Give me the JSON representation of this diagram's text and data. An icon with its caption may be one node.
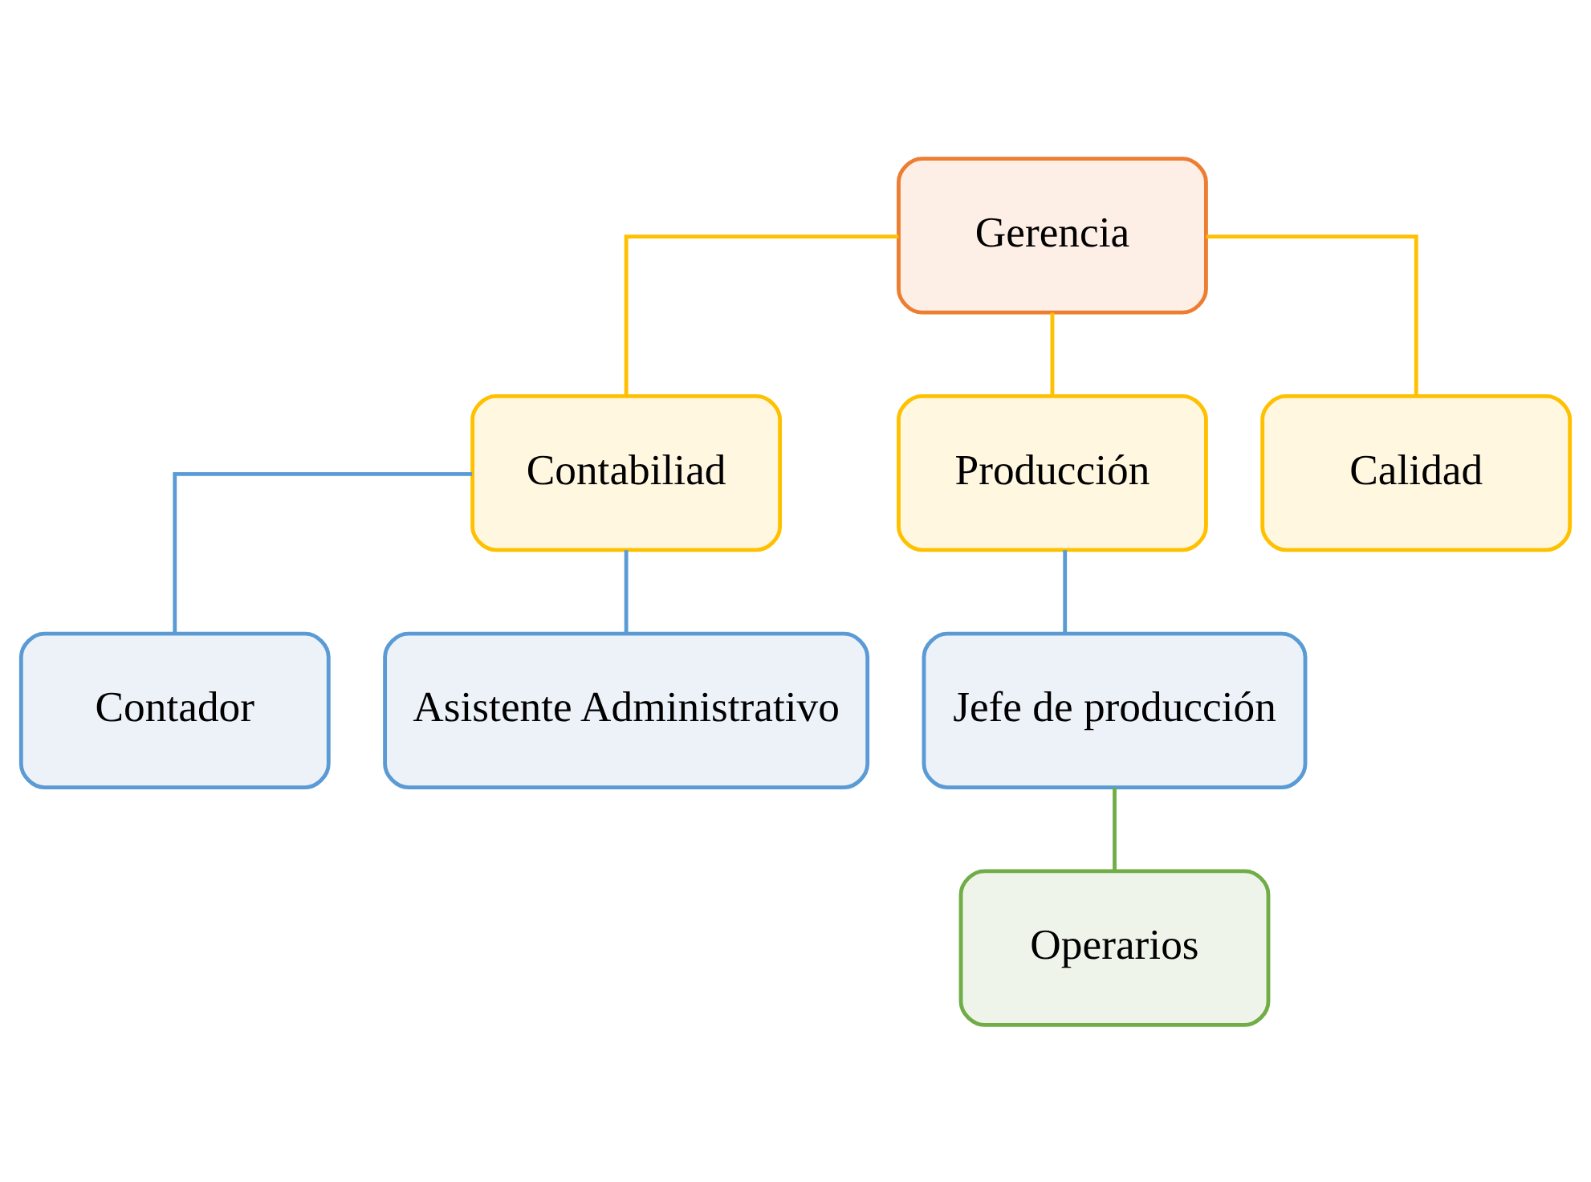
{
  "diagram": {
    "nodes": [
      {
        "text": [
          "Gerencia"
        ]
      },
      {
        "text": [
          "Contabiliad"
        ]
      },
      {
        "text": [
          "Producción"
        ]
      },
      {
        "text": [
          "Calidad"
        ]
      },
      {
        "text": [
          "Contador"
        ]
      },
      {
        "text": [
          "Asistente Administrativo"
        ]
      },
      {
        "text": [
          "Jefe de producción"
        ]
      },
      {
        "text": [
          "Operarios"
        ]
      }
    ],
    "edges": [
      {
        "from": 0,
        "to": 1,
        "arrow": "none",
        "color": "#ffc000"
      },
      {
        "from": 0,
        "to": 2,
        "arrow": "none",
        "color": "#ffc000"
      },
      {
        "from": 0,
        "to": 3,
        "arrow": "none",
        "color": "#ffc000"
      },
      {
        "from": 1,
        "to": 4,
        "arrow": "none",
        "color": "#5b9bd5"
      },
      {
        "from": 1,
        "to": 5,
        "arrow": "none",
        "color": "#5b9bd5"
      },
      {
        "from": 2,
        "to": 6,
        "arrow": "none",
        "color": "#5b9bd5"
      },
      {
        "from": 6,
        "to": 7,
        "arrow": "none",
        "color": "#70ad47"
      }
    ]
  }
}
